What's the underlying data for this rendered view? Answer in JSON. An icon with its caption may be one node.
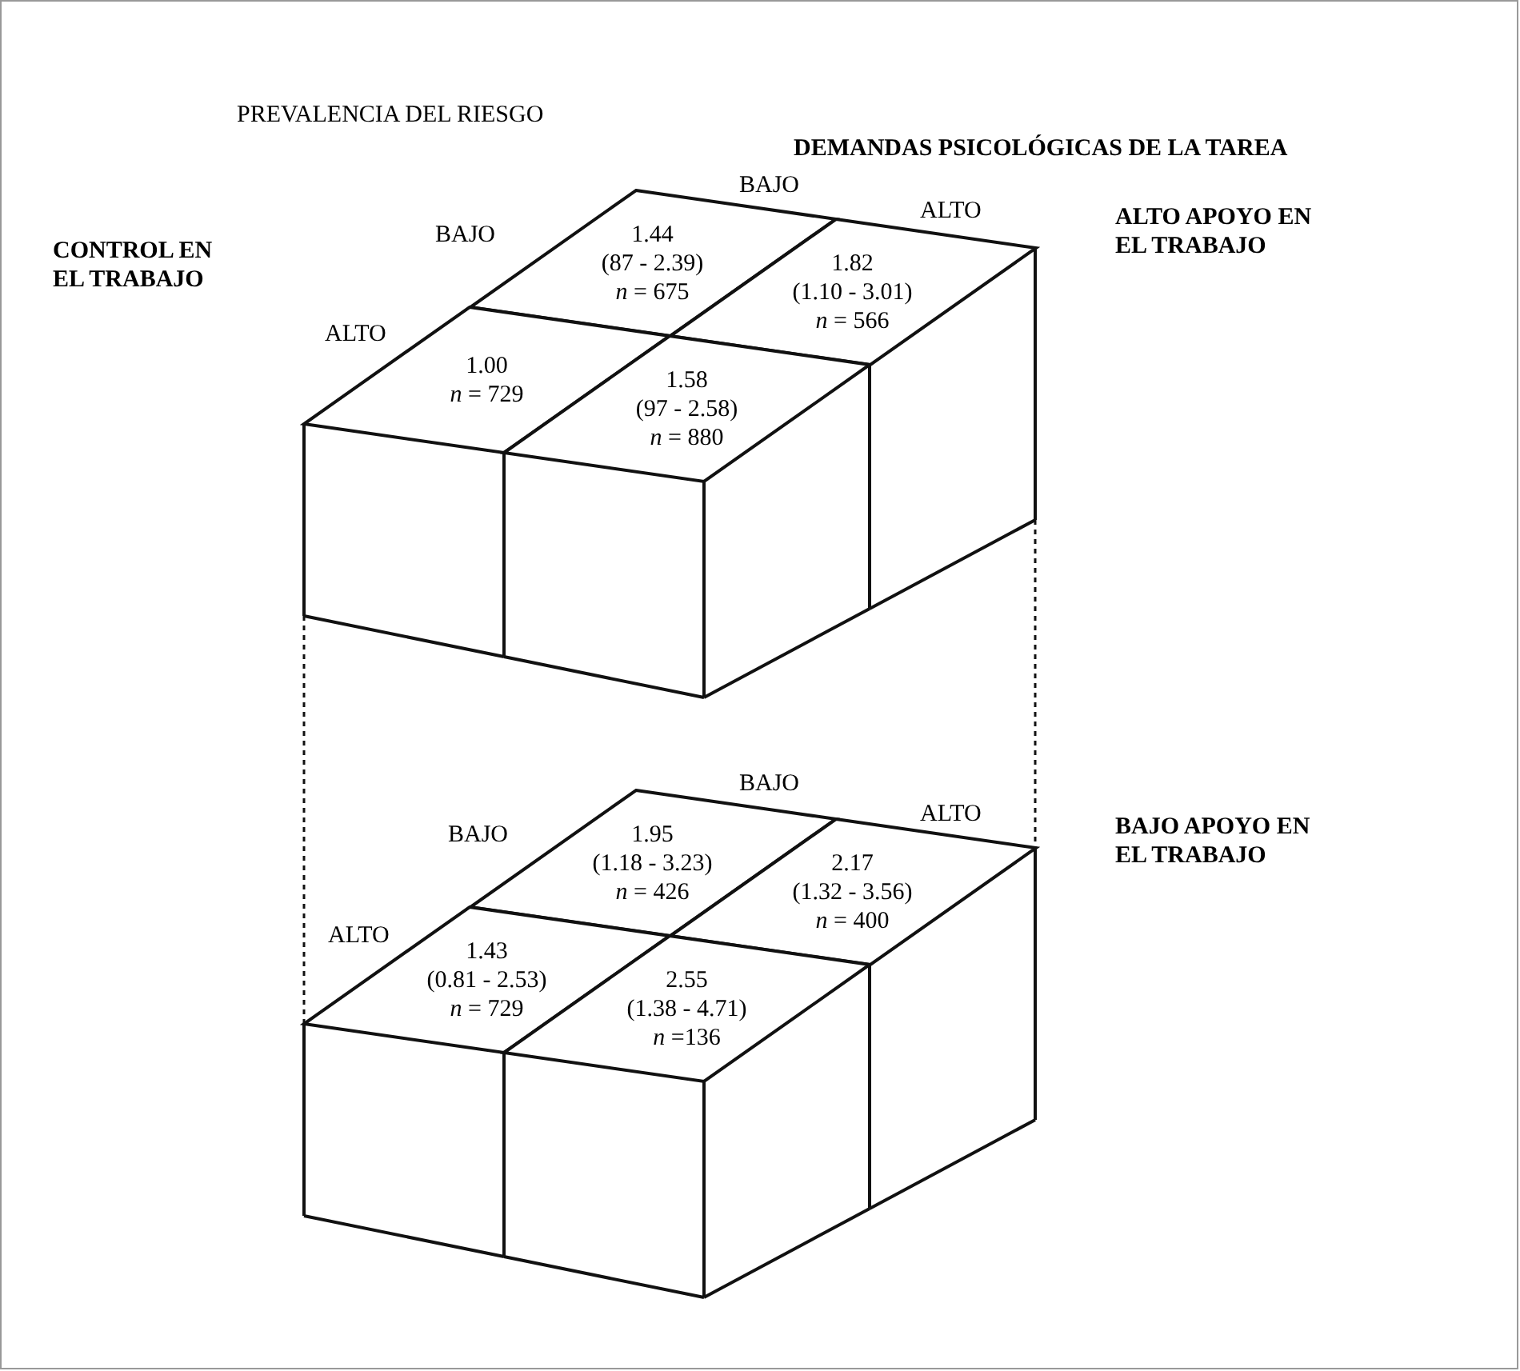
{
  "diagram": {
    "title": "PREVALENCIA DEL RIESGO",
    "nodes": [
      {
        "text": [
          "1.44",
          "(87 - 2.39)",
          "*n* = 675"
        ]
      },
      {
        "text": [
          "1.82",
          "(1.10 - 3.01)",
          "*n* = 566"
        ]
      },
      {
        "text": [
          "1.00",
          "*n* = 729"
        ]
      },
      {
        "text": [
          "1.58",
          "(97 - 2.58)",
          "*n* = 880"
        ]
      },
      {
        "text": [
          "1.95",
          "(1.18 - 3.23)",
          "*n* = 426"
        ]
      },
      {
        "text": [
          "2.17",
          "(1.32 - 3.56)",
          "*n* = 400"
        ]
      },
      {
        "text": [
          "1.43",
          "(0.81 - 2.53)",
          "*n* = 729"
        ]
      },
      {
        "text": [
          "2.55",
          "(1.38 - 4.71)",
          "*n* =136"
        ]
      }
    ],
    "labels": [
      "DEMANDAS PSICOLÓGICAS DE LA TAREA",
      "CONTROL EN EL TRABAJO",
      "ALTO APOYO EN EL TRABAJO",
      "BAJO",
      "ALTO",
      "BAJO",
      "ALTO",
      "BAJO APOYO EN EL TRABAJO",
      "BAJO",
      "ALTO",
      "BAJO",
      "ALTO"
    ]
  }
}
